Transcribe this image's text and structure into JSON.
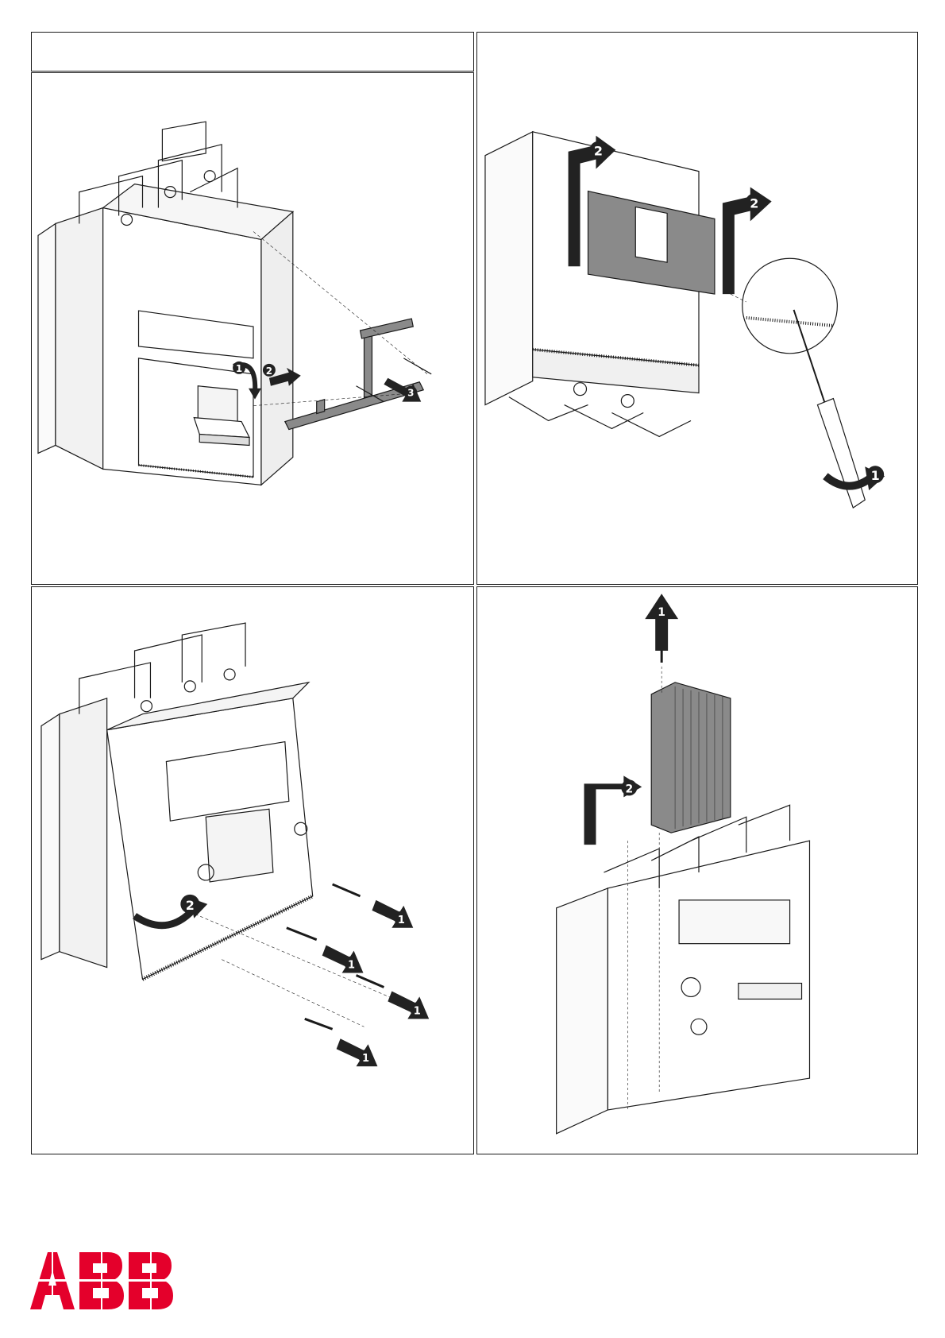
{
  "title_box": {
    "text": ""
  },
  "panels": [
    {
      "id": "panel-1",
      "steps": [
        "1",
        "2",
        "3"
      ]
    },
    {
      "id": "panel-2",
      "steps": [
        "2",
        "2",
        "1"
      ]
    },
    {
      "id": "panel-3",
      "steps": [
        "2",
        "1",
        "1",
        "1",
        "1"
      ]
    },
    {
      "id": "panel-4",
      "steps": [
        "1",
        "2"
      ]
    }
  ],
  "logo": {
    "brand": "ABB",
    "color": "#e4002b"
  },
  "colors": {
    "line": "#1a1a1a",
    "cover": "#8a8a8a",
    "dark": "#222222"
  }
}
